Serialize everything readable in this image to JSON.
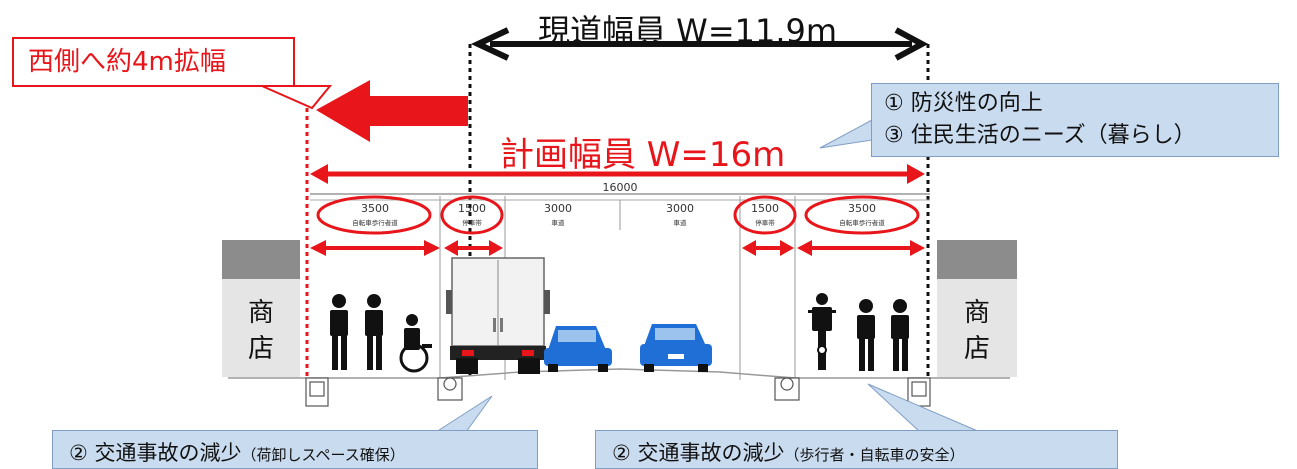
{
  "headline": {
    "current_width": "現道幅員 W=11.9m",
    "planned_width": "計画幅員 W=16m",
    "widening_note": "西側へ約4m拡幅"
  },
  "benefits": {
    "line1": "① 防災性の向上",
    "line2": "③ 住民生活のニーズ（暮らし）"
  },
  "accident_left": {
    "main": "② 交通事故の減少",
    "sub": "（荷卸しスペース確保）"
  },
  "accident_right": {
    "main": "② 交通事故の減少",
    "sub": "（歩行者・自転車の安全）"
  },
  "shop_label_left": "商店",
  "shop_label_right": "商店",
  "cross_section": {
    "total": "16000",
    "segments": [
      {
        "width": "3500",
        "label": "自転車歩行者道"
      },
      {
        "width": "1500",
        "label": "停車帯"
      },
      {
        "width": "3000",
        "label": "車道"
      },
      {
        "width": "3000",
        "label": "車道"
      },
      {
        "width": "1500",
        "label": "停車帯"
      },
      {
        "width": "3500",
        "label": "自転車歩行者道"
      }
    ]
  },
  "colors": {
    "red": "#e8161a",
    "black": "#111111",
    "callout_fill": "#c9dbee",
    "car_blue": "#1f6fd6"
  }
}
